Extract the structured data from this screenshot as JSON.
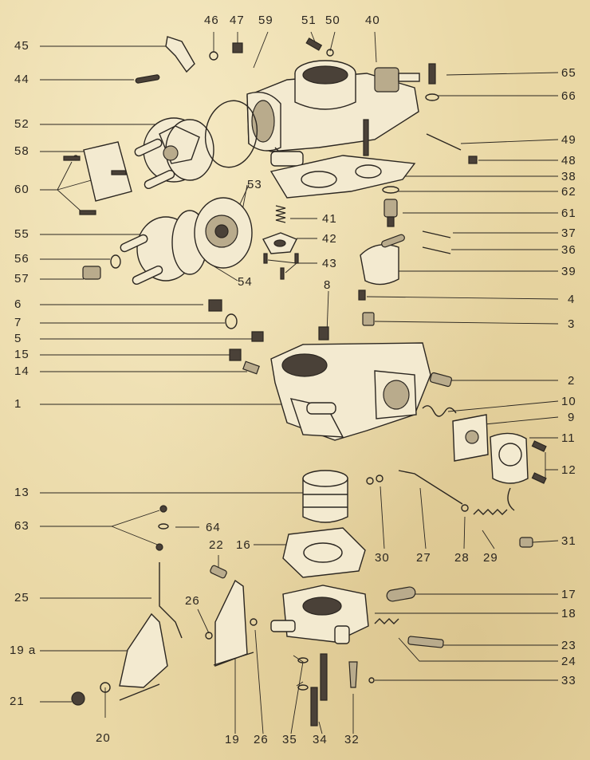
{
  "callouts": [
    {
      "id": "45",
      "text": "45"
    },
    {
      "id": "44",
      "text": "44"
    },
    {
      "id": "52",
      "text": "52"
    },
    {
      "id": "58",
      "text": "58"
    },
    {
      "id": "60",
      "text": "60"
    },
    {
      "id": "55",
      "text": "55"
    },
    {
      "id": "56",
      "text": "56"
    },
    {
      "id": "57",
      "text": "57"
    },
    {
      "id": "6",
      "text": "6"
    },
    {
      "id": "7",
      "text": "7"
    },
    {
      "id": "5",
      "text": "5"
    },
    {
      "id": "15",
      "text": "15"
    },
    {
      "id": "14",
      "text": "14"
    },
    {
      "id": "1",
      "text": "1"
    },
    {
      "id": "13",
      "text": "13"
    },
    {
      "id": "63",
      "text": "63"
    },
    {
      "id": "25",
      "text": "25"
    },
    {
      "id": "19a",
      "text": "19 a"
    },
    {
      "id": "21",
      "text": "21"
    },
    {
      "id": "20",
      "text": "20"
    },
    {
      "id": "46",
      "text": "46"
    },
    {
      "id": "47",
      "text": "47"
    },
    {
      "id": "59",
      "text": "59"
    },
    {
      "id": "51",
      "text": "51"
    },
    {
      "id": "50",
      "text": "50"
    },
    {
      "id": "40",
      "text": "40"
    },
    {
      "id": "65",
      "text": "65"
    },
    {
      "id": "66",
      "text": "66"
    },
    {
      "id": "49",
      "text": "49"
    },
    {
      "id": "48",
      "text": "48"
    },
    {
      "id": "38",
      "text": "38"
    },
    {
      "id": "62",
      "text": "62"
    },
    {
      "id": "61",
      "text": "61"
    },
    {
      "id": "37",
      "text": "37"
    },
    {
      "id": "36",
      "text": "36"
    },
    {
      "id": "39",
      "text": "39"
    },
    {
      "id": "4",
      "text": "4"
    },
    {
      "id": "3",
      "text": "3"
    },
    {
      "id": "2",
      "text": "2"
    },
    {
      "id": "10",
      "text": "10"
    },
    {
      "id": "9",
      "text": "9"
    },
    {
      "id": "11",
      "text": "11"
    },
    {
      "id": "12",
      "text": "12"
    },
    {
      "id": "31",
      "text": "31"
    },
    {
      "id": "53",
      "text": "53"
    },
    {
      "id": "41",
      "text": "41"
    },
    {
      "id": "42",
      "text": "42"
    },
    {
      "id": "43",
      "text": "43"
    },
    {
      "id": "54",
      "text": "54"
    },
    {
      "id": "8",
      "text": "8"
    },
    {
      "id": "30",
      "text": "30"
    },
    {
      "id": "27",
      "text": "27"
    },
    {
      "id": "28",
      "text": "28"
    },
    {
      "id": "29",
      "text": "29"
    },
    {
      "id": "64",
      "text": "64"
    },
    {
      "id": "22",
      "text": "22"
    },
    {
      "id": "16",
      "text": "16"
    },
    {
      "id": "26a",
      "text": "26"
    },
    {
      "id": "17",
      "text": "17"
    },
    {
      "id": "18",
      "text": "18"
    },
    {
      "id": "23",
      "text": "23"
    },
    {
      "id": "24",
      "text": "24"
    },
    {
      "id": "33",
      "text": "33"
    },
    {
      "id": "19",
      "text": "19"
    },
    {
      "id": "26b",
      "text": "26"
    },
    {
      "id": "35",
      "text": "35"
    },
    {
      "id": "34",
      "text": "34"
    },
    {
      "id": "32",
      "text": "32"
    }
  ]
}
